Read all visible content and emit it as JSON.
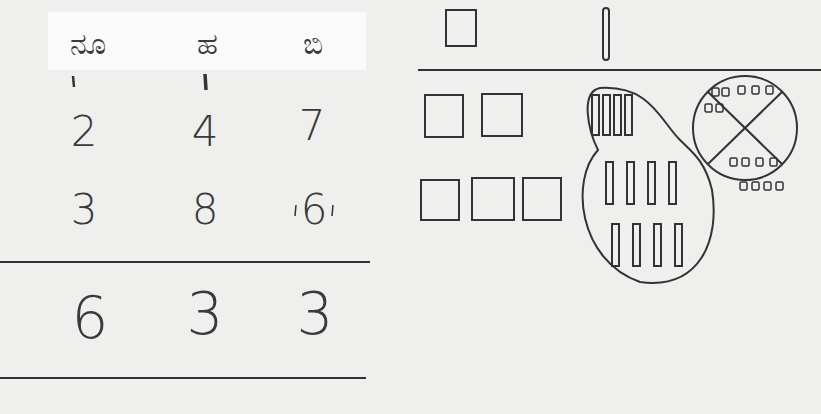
{
  "diagram": {
    "labels": [
      "ನೂ",
      "ಹ",
      "ಬಿ",
      "2",
      "4",
      "7",
      "3",
      "8",
      "6",
      "6",
      "3",
      "3"
    ]
  }
}
